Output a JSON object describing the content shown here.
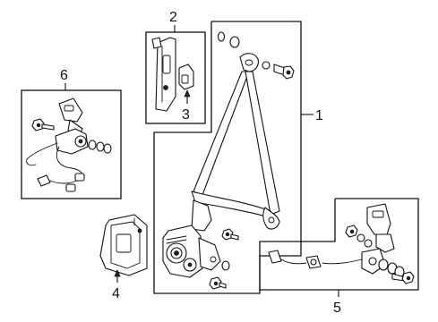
{
  "callouts": [
    {
      "id": "1",
      "label": "1",
      "part": "front-seat-belt-assembly"
    },
    {
      "id": "2",
      "label": "2",
      "part": "shoulder-anchor-adjuster"
    },
    {
      "id": "3",
      "label": "3",
      "part": "adjuster-cover"
    },
    {
      "id": "4",
      "label": "4",
      "part": "retractor-cover"
    },
    {
      "id": "5",
      "label": "5",
      "part": "rear-buckle-assembly"
    },
    {
      "id": "6",
      "label": "6",
      "part": "front-buckle-assembly"
    }
  ],
  "colors": {
    "line": "#111111",
    "background": "#ffffff"
  }
}
